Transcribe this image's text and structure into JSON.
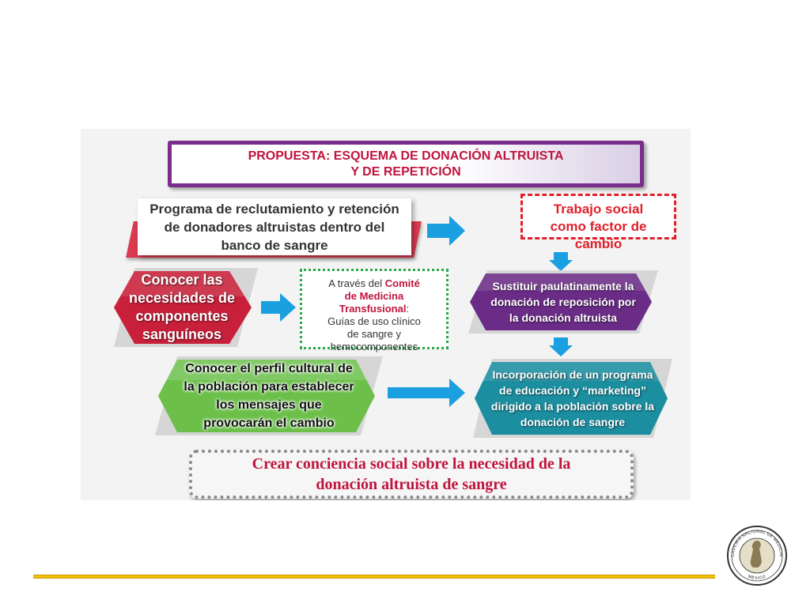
{
  "title": {
    "line1": "PROPUESTA: ESQUEMA DE DONACIÓN ALTRUISTA",
    "line2": "Y DE REPETICIÓN"
  },
  "program": {
    "line1": "Programa de reclutamiento y retención",
    "line2": "de donadores altruistas dentro del",
    "line3": "banco de sangre"
  },
  "trabajo": {
    "line1": "Trabajo social",
    "line2": "como factor de",
    "line3": "cambio"
  },
  "necesidades": {
    "line1": "Conocer las",
    "line2": "necesidades de",
    "line3": "componentes",
    "line4": "sanguíneos"
  },
  "comite": {
    "pre": "A través del ",
    "red1": "Comité",
    "red2": "de Medicina",
    "red3": "Transfusional",
    "colon": ":",
    "line4": "Guías de uso clínico",
    "line5": "de sangre y",
    "line6": "hemocomponentes"
  },
  "sustituir": {
    "line1": "Sustituir paulatinamente la",
    "line2": "donación de reposición por",
    "line3": "la donación altruista"
  },
  "perfil": {
    "line1": "Conocer el perfil cultural de",
    "line2": "la población para establecer",
    "line3": "los mensajes que",
    "line4": "provocarán el cambio"
  },
  "incorporacion": {
    "line1": "Incorporación de un programa",
    "line2": "de educación y “marketing”",
    "line3": "dirigido a la población sobre la",
    "line4": "donación de sangre"
  },
  "banner": {
    "line1": "Crear conciencia social sobre la necesidad de la",
    "line2": "donación altruista de sangre"
  },
  "logo": {
    "ring_text": "ACADEMIA NACIONAL DE MEDICINA",
    "bottom_text": "MÉXICO"
  },
  "colors": {
    "purple": "#7b2d8e",
    "red": "#c0143c",
    "green": "#6cc04a",
    "teal": "#1b8ea0",
    "arrow_blue": "#1a9fe0",
    "footer_gold": "#f2c200"
  }
}
